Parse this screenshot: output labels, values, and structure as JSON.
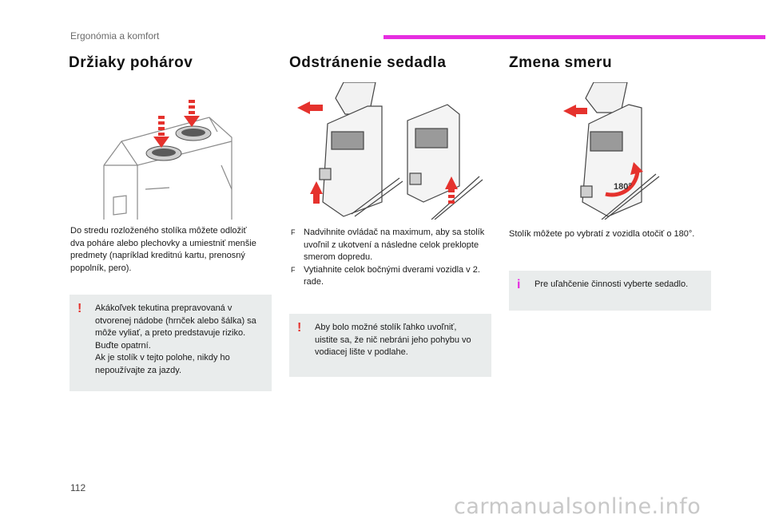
{
  "header": {
    "section": "Ergonómia a komfort",
    "accent_color": "#e62ee0"
  },
  "col1": {
    "title": "Držiaky pohárov",
    "text": "Do stredu rozloženého stolíka môžete odložiť dva poháre alebo plechovky a umiestniť menšie predmety (napríklad kreditnú kartu, prenosný popolník, pero).",
    "warning_symbol": "!",
    "warning_lines": [
      "Akákoľvek tekutina prepravovaná v otvorenej nádobe (hrnček alebo šálka) sa môže vyliať, a preto predstavuje riziko.",
      "Buďte opatrní.",
      "Ak je stolík v tejto polohe, nikdy ho nepoužívajte za jazdy."
    ]
  },
  "col2": {
    "title": "Odstránenie sedadla",
    "bullet_symbol": "F",
    "bullets": [
      "Nadvihnite ovládač na maximum, aby sa stolík uvoľnil z ukotvení a následne celok preklopte smerom dopredu.",
      "Vytiahnite celok bočnými dverami vozidla v 2. rade."
    ],
    "warning_symbol": "!",
    "warning_text": "Aby bolo možné stolík ľahko uvoľniť, uistite sa, že nič nebráni jeho pohybu vo vodiacej lište v podlahe."
  },
  "col3": {
    "title": "Zmena smeru",
    "figure_label": "180°",
    "text": "Stolík môžete po vybratí z vozidla otočiť o 180°.",
    "info_symbol": "i",
    "info_text": "Pre uľahčenie činnosti vyberte sedadlo."
  },
  "footer": {
    "page_number": "112",
    "watermark": "carmanualsonline.info"
  }
}
